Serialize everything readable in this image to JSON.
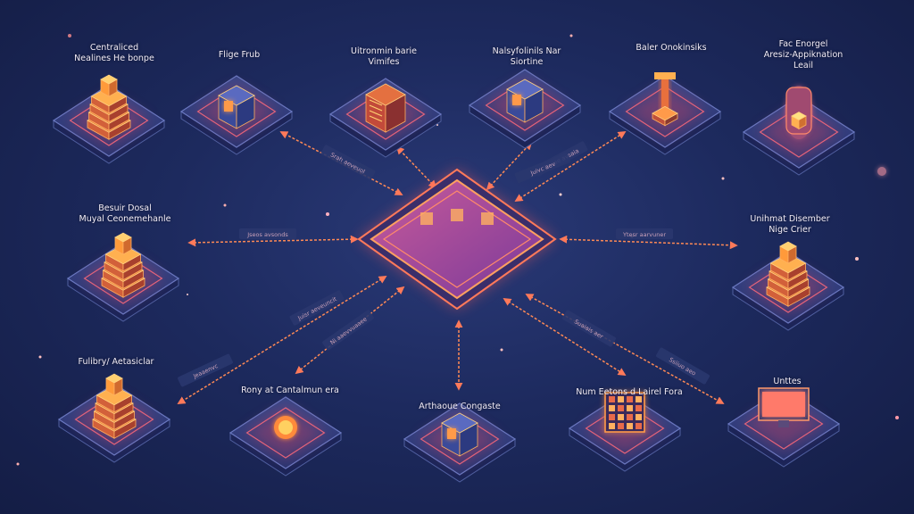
{
  "nodes": [
    {
      "id": "n1",
      "line1": "Centraliced",
      "line2": "Nealines He bonpe",
      "type": "stack"
    },
    {
      "id": "n2",
      "line1": "Flige Frub",
      "line2": "",
      "type": "cube"
    },
    {
      "id": "n3",
      "line1": "Uitronmin barie",
      "line2": "Vimifes",
      "type": "server"
    },
    {
      "id": "n4",
      "line1": "Nalsyfolinils Nar",
      "line2": "Siortine",
      "type": "cube"
    },
    {
      "id": "n5",
      "line1": "Baler Onokinsiks",
      "line2": "",
      "type": "tower"
    },
    {
      "id": "n6",
      "line1": "Fac Enorgel",
      "line2": "Aresiz-Appiknation",
      "line3": "Leail",
      "type": "lamp"
    },
    {
      "id": "n7",
      "line1": "Besuir Dosal",
      "line2": "Muyal Ceonemehanle",
      "type": "stack"
    },
    {
      "id": "n8",
      "line1": "Unihmat Disember",
      "line2": "Nige Crier",
      "type": "stack"
    },
    {
      "id": "n9",
      "line1": "Fulibry/ Aetasiclar",
      "line2": "",
      "type": "stack"
    },
    {
      "id": "n10",
      "line1": "Rony at Cantalmun era",
      "line2": "",
      "type": "orb"
    },
    {
      "id": "n11",
      "line1": "Arthaoue Congaste",
      "line2": "",
      "type": "cube"
    },
    {
      "id": "n12",
      "line1": "Num Eetons d Lairel Fora",
      "line2": "",
      "type": "panel"
    },
    {
      "id": "n13",
      "line1": "Unttes",
      "line2": "",
      "type": "monitor"
    }
  ],
  "hub": {
    "id": "hub"
  },
  "edge_labels": [
    "Srah aeveuol",
    "Sesiae avsaia",
    "Jseos avsonds",
    "Ytesr aarvuner",
    "Juisr aeveuncit",
    "Ni aaevvuaaee",
    "Suaiais aer",
    "Ssiiuo aeo",
    "Jeaaenvc",
    "Juivc aev"
  ],
  "colors": {
    "accent": "#ff8a55",
    "glow": "#ff5a78",
    "platform": "#2e3a78",
    "background": "#1d2a5e"
  }
}
